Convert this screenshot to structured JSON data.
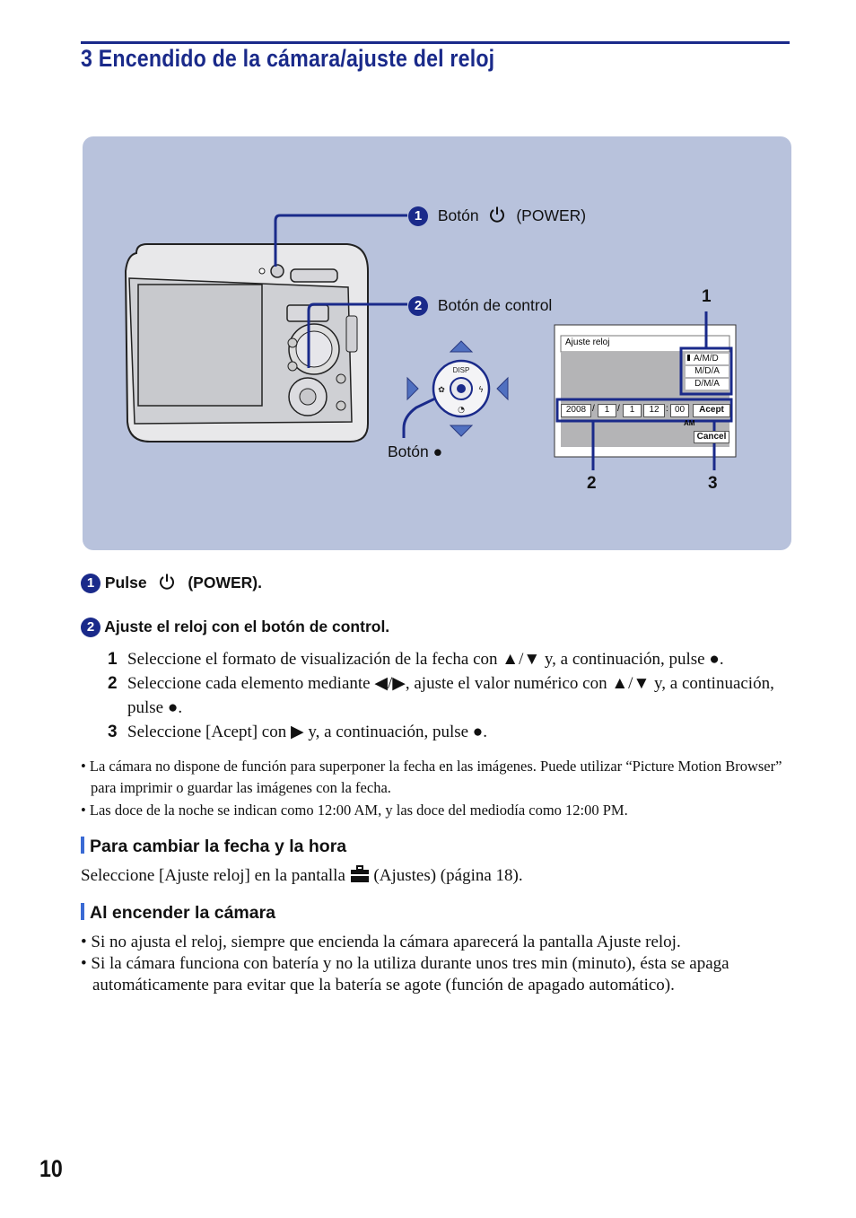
{
  "header": {
    "title": "3 Encendido de la cámara/ajuste del reloj"
  },
  "illustration": {
    "callouts": {
      "power_num": "1",
      "power_label": "Botón",
      "power_suffix": "(POWER)",
      "control_num": "2",
      "control_label": "Botón de control",
      "center_label": "Botón ●",
      "screen_num_1": "1",
      "screen_num_2": "2",
      "screen_num_3": "3"
    },
    "control_pad": {
      "top": "DISP"
    },
    "screen": {
      "title": "Ajuste reloj",
      "formats": [
        "A/M/D",
        "M/D/A",
        "D/M/A"
      ],
      "year": "2008",
      "month": "1",
      "day": "1",
      "hour": "12",
      "minute": "00",
      "ampm": "AM",
      "sep_date": "/",
      "sep_time": ":",
      "ok_label": "Acept",
      "cancel_label": "Cancel"
    }
  },
  "steps": {
    "step1_num": "1",
    "step1_bold": "Pulse",
    "step1_suffix": "(POWER).",
    "step2_num": "2",
    "step2_text": "Ajuste el reloj con el botón de control.",
    "substeps": [
      {
        "num": "1",
        "text": "Seleccione el formato de visualización de la fecha con ▲/▼ y, a continuación, pulse ●."
      },
      {
        "num": "2",
        "text": "Seleccione cada elemento mediante ◀/▶, ajuste el valor numérico con ▲/▼ y, a continuación, pulse ●."
      },
      {
        "num": "3",
        "text": "Seleccione [Acept] con ▶ y, a continuación, pulse ●."
      }
    ]
  },
  "notes": [
    "• La cámara no dispone de función para superponer la fecha en las imágenes. Puede utilizar “Picture Motion Browser” para imprimir o guardar las imágenes con la fecha.",
    "• Las doce de la noche se indican como 12:00 AM, y las doce del mediodía como 12:00 PM."
  ],
  "section_change": {
    "heading": "Para cambiar la fecha y la hora",
    "text_before": "Seleccione [Ajuste reloj] en la pantalla",
    "text_after": "(Ajustes) (página 18)."
  },
  "section_power_on": {
    "heading": "Al encender la cámara",
    "bullets": [
      "• Si no ajusta el reloj, siempre que encienda la cámara aparecerá la pantalla Ajuste reloj.",
      "• Si la cámara funciona con batería y no la utiliza durante unos tres min (minuto), ésta se apaga automáticamente para evitar que la batería se agote (función de apagado automático)."
    ]
  },
  "footer": {
    "page_number": "10"
  },
  "colors": {
    "accent": "#1a2a8a",
    "panel": "#b8c2dc",
    "section_bar": "#3a6ad4"
  },
  "icons": [
    "power-icon",
    "toolbox-icon",
    "center-button-icon"
  ]
}
